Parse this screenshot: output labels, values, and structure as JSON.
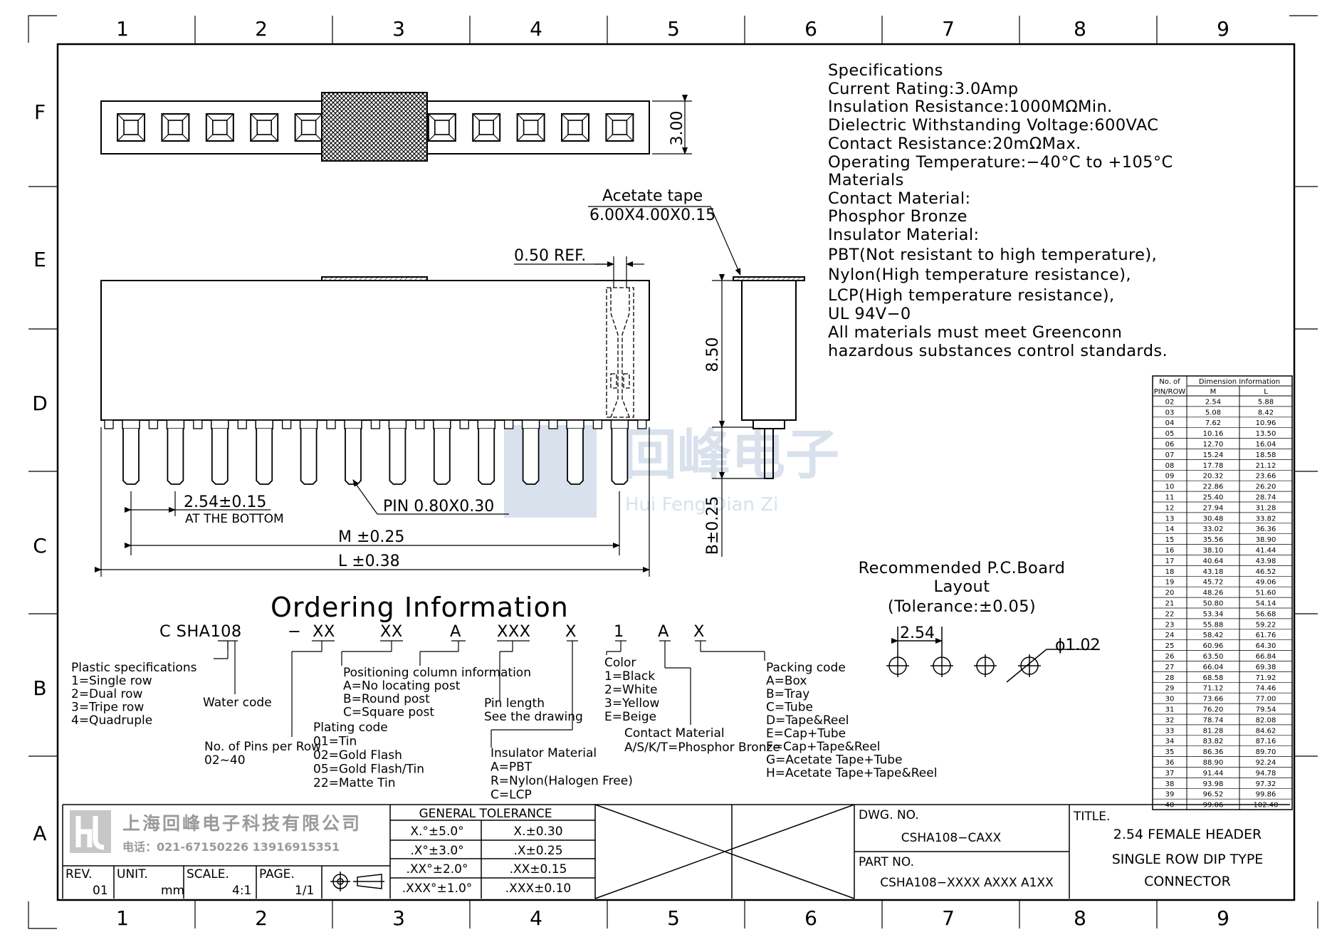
{
  "grid": {
    "columns": [
      "1",
      "2",
      "3",
      "4",
      "5",
      "6",
      "7",
      "8",
      "9"
    ],
    "rows": [
      "F",
      "E",
      "D",
      "C",
      "B",
      "A"
    ]
  },
  "specifications": [
    "Specifications",
    "Current Rating:3.0Amp",
    "Insulation Resistance:1000MΩMin.",
    "Dielectric Withstanding Voltage:600VAC",
    "Contact Resistance:20mΩMax.",
    "Operating Temperature:−40°C to +105°C",
    "Materials",
    "Contact Material:",
    "Phosphor Bronze",
    "Insulator Material:",
    "PBT(Not resistant to high temperature),",
    "Nylon(High temperature resistance),",
    "LCP(High temperature resistance),",
    "UL 94V−0",
    "All materials must meet Greenconn",
    "hazardous substances control standards."
  ],
  "dimensions": {
    "top_height": "3.00",
    "acetate_tape_label": "Acetate tape",
    "acetate_tape_size": "6.00X4.00X0.15",
    "ref": "0.50 REF.",
    "height": "8.50",
    "pitch": "2.54±0.15",
    "pitch_note": "AT THE BOTTOM",
    "pin": "PIN 0.80X0.30",
    "m": "M ±0.25",
    "l": "L ±0.38",
    "b": "B±0.25"
  },
  "pcb_layout": {
    "title_1": "Recommended P.C.Board",
    "title_2": "Layout",
    "tolerance": "(Tolerance:±0.05)",
    "pitch": "2.54",
    "hole": "ϕ1.02"
  },
  "watermark": {
    "cn": "回峰电子",
    "pinyin": "Hui Feng Dian Zi"
  },
  "ordering": {
    "title": "Ordering Information",
    "code_parts": [
      "C SHA108",
      "−",
      "XX",
      "XX",
      "A",
      "XXX",
      "X",
      "1",
      "A",
      "X"
    ],
    "plastic": [
      "Plastic specifications",
      "1=Single row",
      "2=Dual row",
      "3=Tripe row",
      "4=Quadruple"
    ],
    "water_code": "Water code",
    "pins_per_row": [
      "No. of Pins per Row",
      "02~40"
    ],
    "plating": [
      "Plating code",
      "01=Tin",
      "02=Gold Flash",
      "05=Gold Flash/Tin",
      "22=Matte Tin"
    ],
    "positioning": [
      "Positioning column information",
      "A=No locating post",
      "B=Round post",
      "C=Square post"
    ],
    "pin_length": [
      "Pin length",
      "See the drawing"
    ],
    "insulator": [
      "Insulator Material",
      "A=PBT",
      "R=Nylon(Halogen Free)",
      "C=LCP"
    ],
    "color": [
      "Color",
      "1=Black",
      "2=White",
      "3=Yellow",
      "E=Beige"
    ],
    "contact": [
      "Contact Material",
      "A/S/K/T=Phosphor Bronze"
    ],
    "packing": [
      "Packing code",
      "A=Box",
      "B=Tray",
      "C=Tube",
      "D=Tape&Reel",
      "E=Cap+Tube",
      "F=Cap+Tape&Reel",
      "G=Acetate Tape+Tube",
      "H=Acetate Tape+Tape&Reel"
    ]
  },
  "dimension_table": {
    "header_pin_1": "No. of",
    "header_pin_2": "PIN/ROW",
    "header_group": "Dimension Information",
    "col_m": "M",
    "col_l": "L",
    "rows": [
      [
        "02",
        "2.54",
        "5.88"
      ],
      [
        "03",
        "5.08",
        "8.42"
      ],
      [
        "04",
        "7.62",
        "10.96"
      ],
      [
        "05",
        "10.16",
        "13.50"
      ],
      [
        "06",
        "12.70",
        "16.04"
      ],
      [
        "07",
        "15.24",
        "18.58"
      ],
      [
        "08",
        "17.78",
        "21.12"
      ],
      [
        "09",
        "20.32",
        "23.66"
      ],
      [
        "10",
        "22.86",
        "26.20"
      ],
      [
        "11",
        "25.40",
        "28.74"
      ],
      [
        "12",
        "27.94",
        "31.28"
      ],
      [
        "13",
        "30.48",
        "33.82"
      ],
      [
        "14",
        "33.02",
        "36.36"
      ],
      [
        "15",
        "35.56",
        "38.90"
      ],
      [
        "16",
        "38.10",
        "41.44"
      ],
      [
        "17",
        "40.64",
        "43.98"
      ],
      [
        "18",
        "43.18",
        "46.52"
      ],
      [
        "19",
        "45.72",
        "49.06"
      ],
      [
        "20",
        "48.26",
        "51.60"
      ],
      [
        "21",
        "50.80",
        "54.14"
      ],
      [
        "22",
        "53.34",
        "56.68"
      ],
      [
        "23",
        "55.88",
        "59.22"
      ],
      [
        "24",
        "58.42",
        "61.76"
      ],
      [
        "25",
        "60.96",
        "64.30"
      ],
      [
        "26",
        "63.50",
        "66.84"
      ],
      [
        "27",
        "66.04",
        "69.38"
      ],
      [
        "28",
        "68.58",
        "71.92"
      ],
      [
        "29",
        "71.12",
        "74.46"
      ],
      [
        "30",
        "73.66",
        "77.00"
      ],
      [
        "31",
        "76.20",
        "79.54"
      ],
      [
        "32",
        "78.74",
        "82.08"
      ],
      [
        "33",
        "81.28",
        "84.62"
      ],
      [
        "34",
        "83.82",
        "87.16"
      ],
      [
        "35",
        "86.36",
        "89.70"
      ],
      [
        "36",
        "88.90",
        "92.24"
      ],
      [
        "37",
        "91.44",
        "94.78"
      ],
      [
        "38",
        "93.98",
        "97.32"
      ],
      [
        "39",
        "96.52",
        "99.86"
      ],
      [
        "40",
        "99.06",
        "102.40"
      ]
    ]
  },
  "title_block": {
    "company": "上海回峰电子科技有限公司",
    "phone": "电话：021-67150226  13916915351",
    "rev_label": "REV.",
    "rev_value": "01",
    "unit_label": "UNIT.",
    "unit_value": "mm",
    "scale_label": "SCALE.",
    "scale_value": "4:1",
    "page_label": "PAGE.",
    "page_value": "1/1",
    "tolerance_title": "GENERAL TOLERANCE",
    "tolerance_rows": [
      [
        "X.°±5.0°",
        "X.±0.30"
      ],
      [
        ".X°±3.0°",
        ".X±0.25"
      ],
      [
        ".XX°±2.0°",
        ".XX±0.15"
      ],
      [
        ".XXX°±1.0°",
        ".XXX±0.10"
      ]
    ],
    "dwg_label": "DWG. NO.",
    "dwg_value": "CSHA108−CAXX",
    "part_label": "PART NO.",
    "part_value": "CSHA108−XXXX AXXX A1XX",
    "title_label": "TITLE.",
    "title_lines": [
      "2.54 FEMALE HEADER",
      "SINGLE ROW DIP TYPE",
      "CONNECTOR"
    ]
  }
}
